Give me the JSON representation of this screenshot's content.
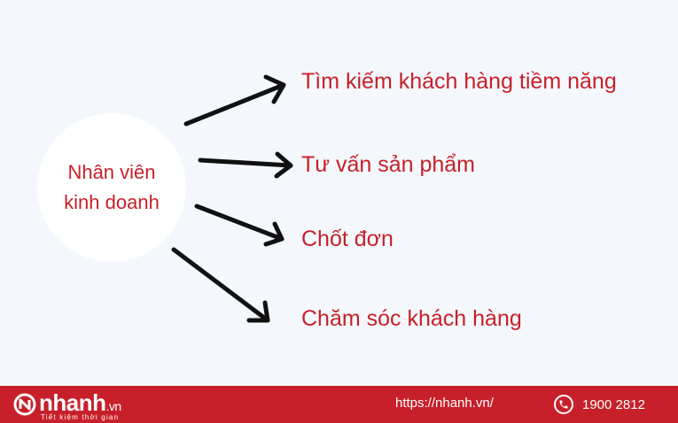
{
  "center": {
    "line1": "Nhân viên",
    "line2": "kinh doanh"
  },
  "branches": [
    "Tìm kiếm khách hàng tiềm năng",
    "Tư vấn sản phẩm",
    "Chốt đơn",
    "Chăm sóc khách hàng"
  ],
  "footer": {
    "logo_main": "nhanh",
    "logo_domain": ".vn",
    "logo_tagline": "Tiết kiệm thời gian",
    "url": "https://nhanh.vn/",
    "phone": "1900 2812",
    "phone_icon": "phone-icon"
  },
  "colors": {
    "accent": "#c8202a",
    "background": "#f4f8fc",
    "arrow": "#111111"
  }
}
